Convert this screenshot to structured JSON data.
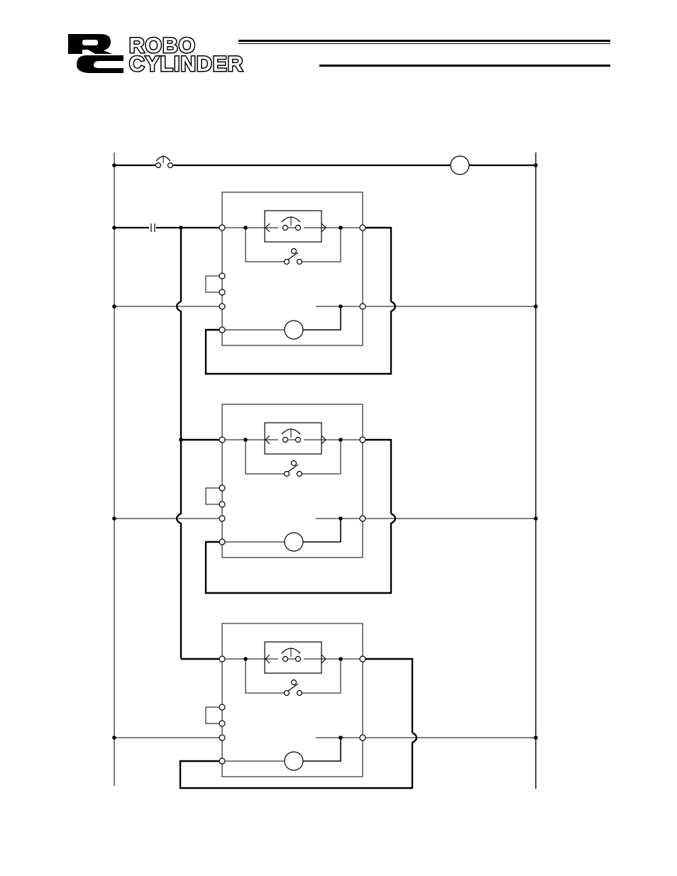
{
  "header": {
    "brand_line1": "ROBO",
    "brand_line2": "CYLINDER",
    "logo_letters": "RC"
  },
  "diagram": {
    "type": "ladder-wiring-diagram",
    "stage_count": 3,
    "line_color": "#000000",
    "background": "#ffffff"
  }
}
